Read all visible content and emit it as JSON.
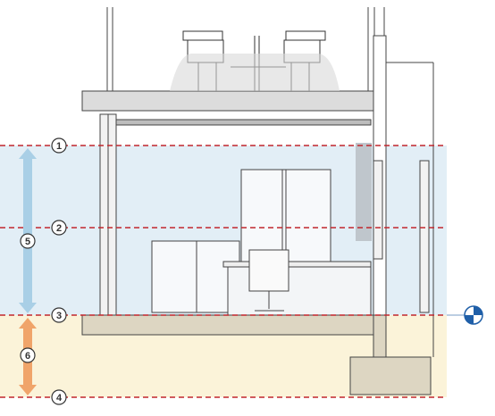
{
  "levels": [
    {
      "number": "1",
      "color": "#c1272d"
    },
    {
      "number": "2",
      "color": "#c1272d"
    },
    {
      "number": "3",
      "color": "#c1272d"
    },
    {
      "number": "4",
      "color": "#c1272d"
    }
  ],
  "zones": [
    {
      "number": "5",
      "color": "#a9cfe6",
      "fill": "#e2eef6"
    },
    {
      "number": "6",
      "color": "#f0a46a",
      "fill": "#fbf3d9"
    }
  ],
  "level_marker": {
    "icon": "elevation-target-icon",
    "color": "#1f5fa8"
  }
}
